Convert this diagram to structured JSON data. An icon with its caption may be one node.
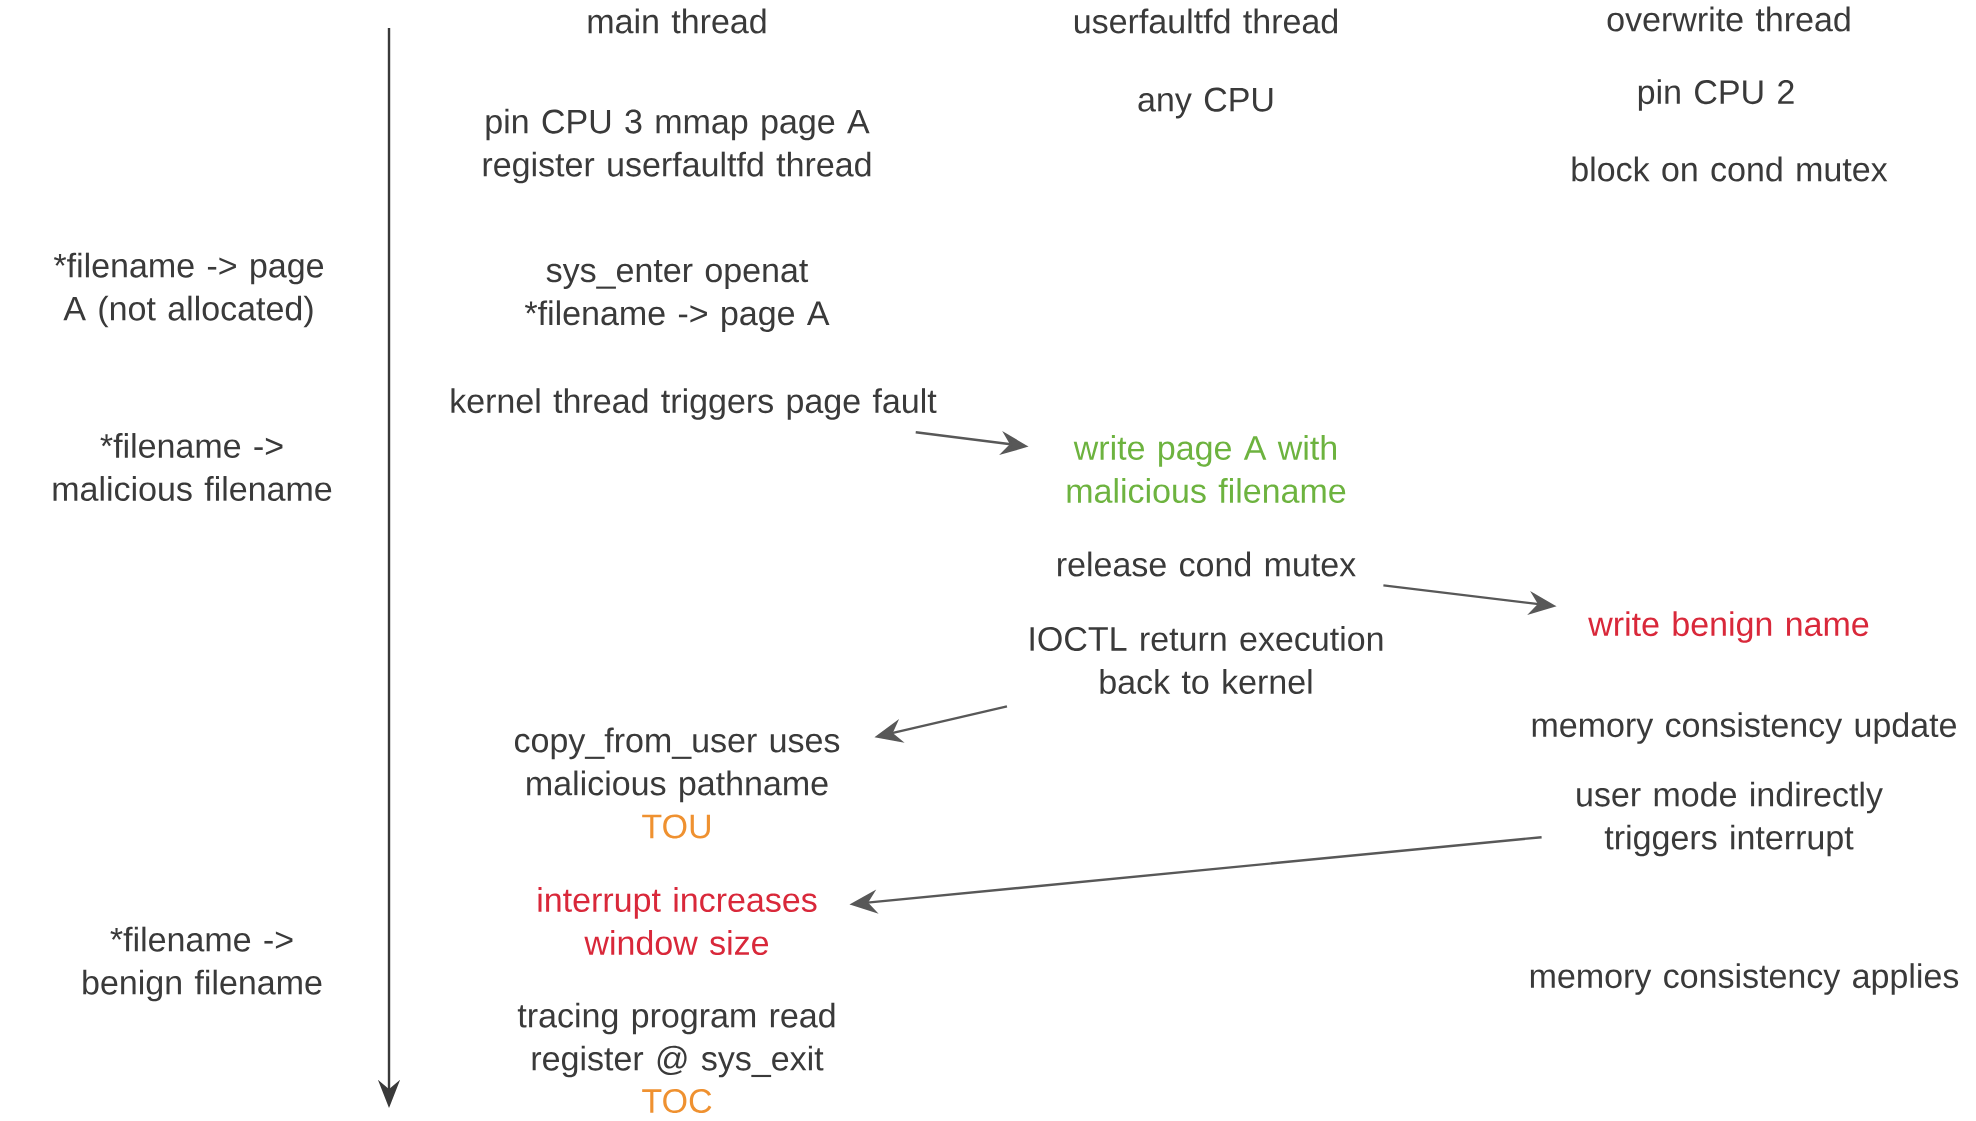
{
  "diagram": {
    "nodes": [
      {
        "text": [
          "kernel thread triggers page fault"
        ]
      },
      {
        "text": [
          "write page A with malicious filename"
        ]
      },
      {
        "text": [
          "release cond mutex"
        ]
      },
      {
        "text": [
          "write benign name"
        ]
      },
      {
        "text": [
          "IOCTL return execution back to kernel"
        ]
      },
      {
        "text": [
          "copy_from_user uses malicious pathname",
          "TOU"
        ]
      },
      {
        "text": [
          "user mode indirectly triggers interrupt"
        ]
      },
      {
        "text": [
          "interrupt increases window size"
        ]
      }
    ],
    "edges": [
      {
        "from": 0,
        "to": 1,
        "arrow": "to"
      },
      {
        "from": 2,
        "to": 3,
        "arrow": "to"
      },
      {
        "from": 4,
        "to": 5,
        "arrow": "to"
      },
      {
        "from": 6,
        "to": 7,
        "arrow": "to"
      }
    ],
    "labels": [
      "main thread",
      "userfaultfd thread",
      "overwrite thread",
      "pin CPU 3 mmap page A register userfaultfd thread",
      "any CPU",
      "pin CPU 2",
      "block on cond mutex",
      "*filename -> page A (not allocated)",
      "sys_enter openat *filename -> page A",
      "*filename -> malicious filename",
      "memory consistency update",
      "*filename -> benign filename",
      "memory consistency applies",
      "tracing program read register @ sys_exit",
      "TOC"
    ]
  }
}
